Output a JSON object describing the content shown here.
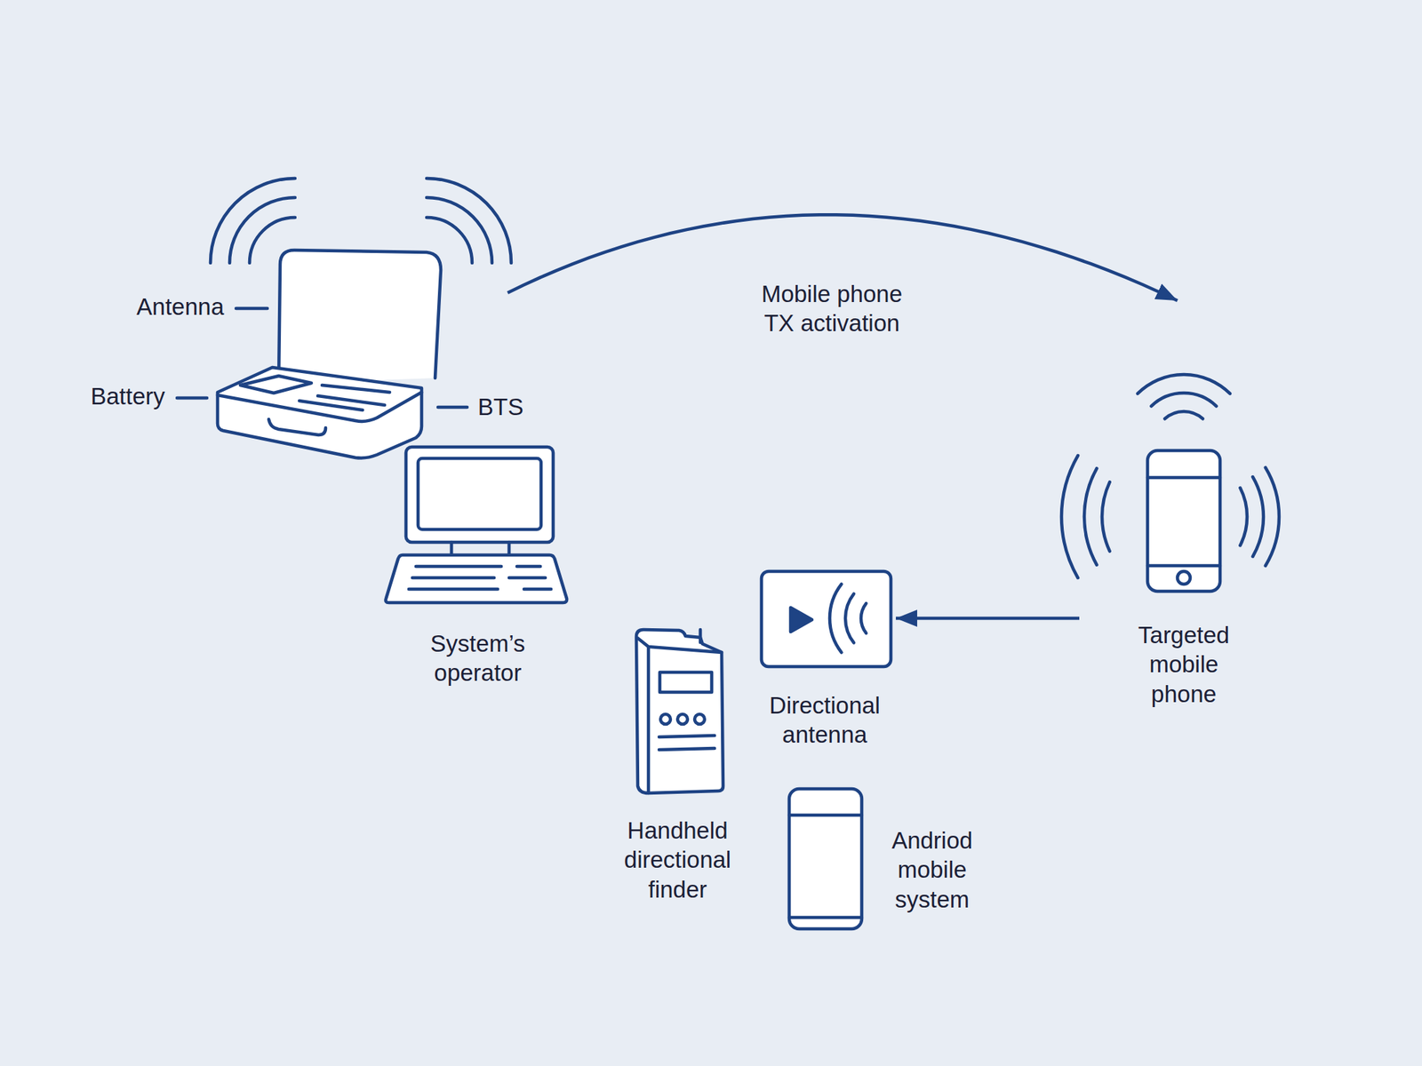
{
  "diagram": {
    "nodes": [
      {
        "text": [
          "System’s operator"
        ]
      },
      {
        "text": [
          "Targeted mobile phone"
        ]
      },
      {
        "text": [
          "Directional antenna"
        ]
      },
      {
        "text": [
          "Handheld directional finder"
        ]
      },
      {
        "text": [
          "Andriod mobile system"
        ]
      }
    ],
    "edges": [
      {
        "from": 0,
        "to": 1,
        "arrow": "to",
        "label": "Mobile phone TX activation"
      },
      {
        "from": 1,
        "to": 2,
        "arrow": "to"
      }
    ],
    "labels": [
      "Antenna",
      "Battery",
      "BTS"
    ]
  }
}
